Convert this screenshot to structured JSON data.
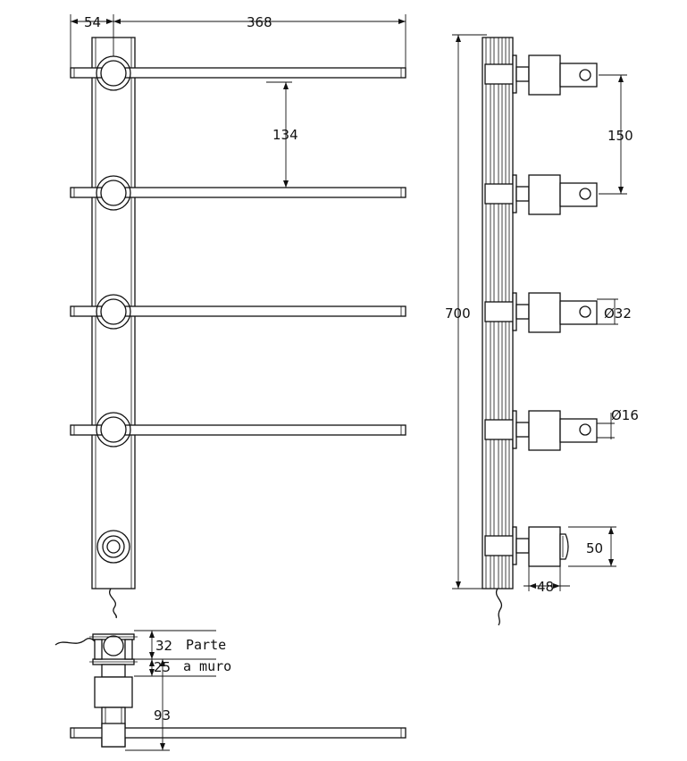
{
  "dimensions": {
    "front_offset": "54",
    "front_width": "368",
    "bar_spacing": "134",
    "total_height": "700",
    "side_spacing": "150",
    "bar_diameter": "Ø32",
    "pin_diameter": "Ø16",
    "bracket_height": "50",
    "bracket_depth": "48",
    "plan_pipe": "32",
    "plan_flange": "25",
    "plan_projection": "93"
  },
  "note": {
    "line1": "Parte",
    "line2": "a muro"
  }
}
